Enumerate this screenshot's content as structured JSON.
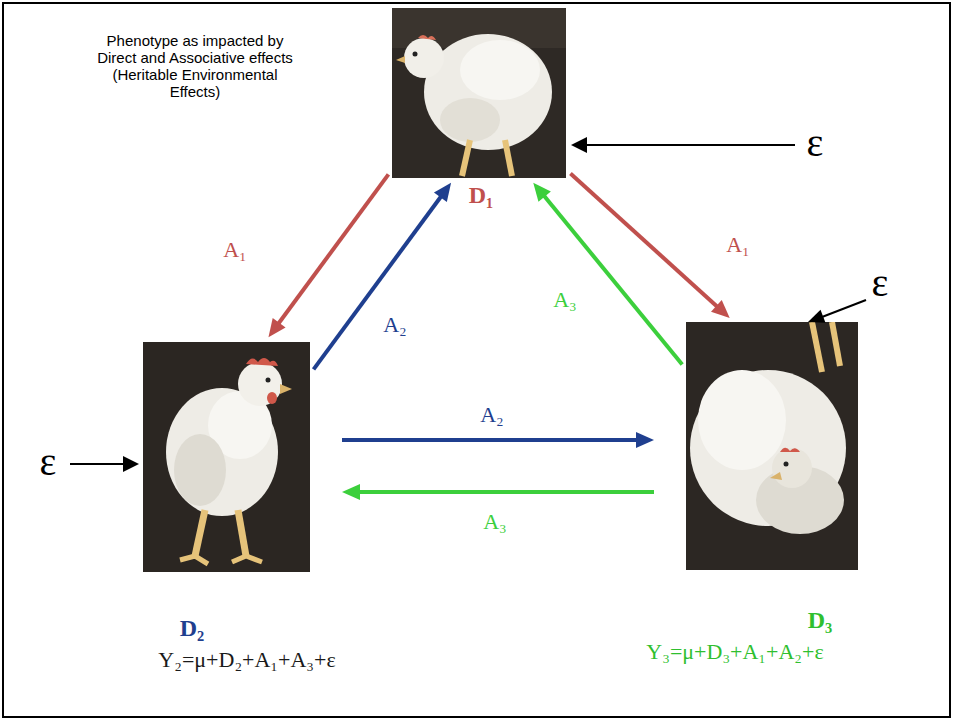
{
  "diagram": {
    "nodes": [
      {
        "text": [
          "D₁"
        ]
      },
      {
        "text": [
          "D₂",
          "Y₂=μ+D₂+A₁+A₃+ε"
        ]
      },
      {
        "text": [
          "D₃",
          "Y₃=μ+D₃+A₁+A₂+ε"
        ]
      }
    ],
    "edges": [
      {
        "from": 0,
        "to": 1,
        "arrow": "to",
        "label": "A₁"
      },
      {
        "from": 0,
        "to": 2,
        "arrow": "to",
        "label": "A₁"
      },
      {
        "from": 1,
        "to": 0,
        "arrow": "to",
        "label": "A₂"
      },
      {
        "from": 1,
        "to": 2,
        "arrow": "to",
        "label": "A₂"
      },
      {
        "from": 2,
        "to": 0,
        "arrow": "to",
        "label": "A₃"
      },
      {
        "from": 2,
        "to": 1,
        "arrow": "to",
        "label": "A₃"
      }
    ],
    "labels": [
      "Phenotype as impacted by Direct and Associative effects (Heritable Environmental Effects)",
      "ε",
      "ε",
      "ε"
    ]
  }
}
